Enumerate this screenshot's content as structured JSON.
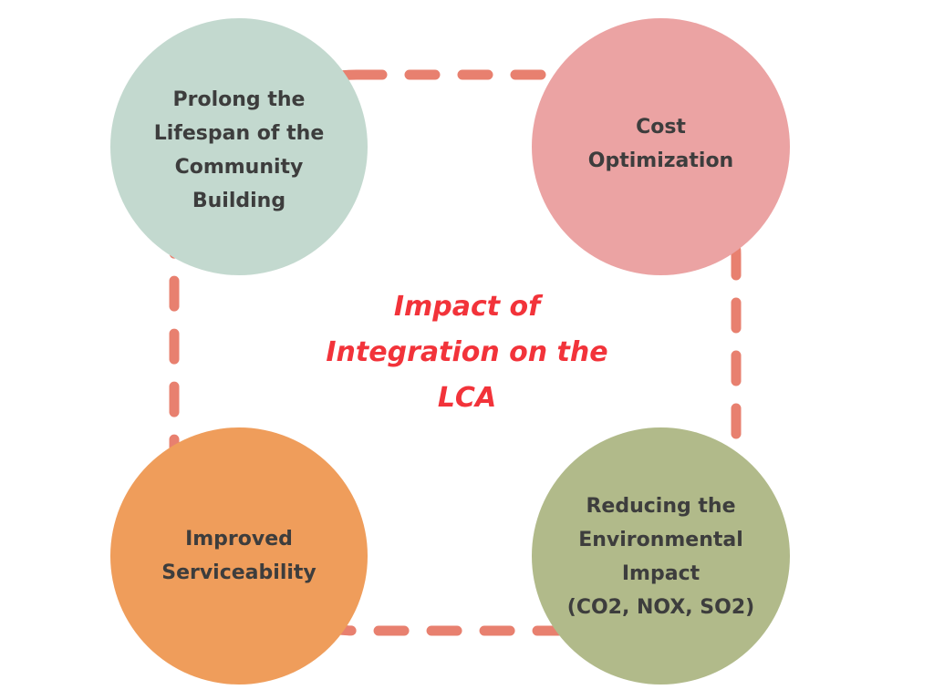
{
  "title": "Impact of\nIntegration on the\nLCA",
  "nodes": [
    {
      "label": "Prolong the\nLifespan of the\nCommunity\nBuilding",
      "color": "#c3d9cf"
    },
    {
      "label": "Cost\nOptimization",
      "color": "#eba3a3"
    },
    {
      "label": "Improved\nServiceability",
      "color": "#ef9d5b"
    },
    {
      "label": "Reducing the\nEnvironmental\nImpact\n(CO2, NOX, SO2)",
      "color": "#b1ba8a"
    }
  ],
  "colors": {
    "title_text": "#f2333a",
    "node_text": "#3d3d3d",
    "dashed_ring": "#e8806f"
  }
}
